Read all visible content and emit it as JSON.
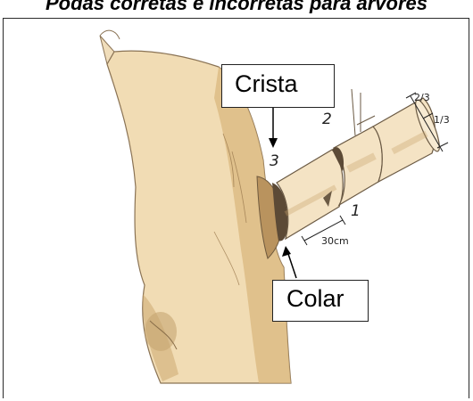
{
  "caption": "Podas corretas e incorretas para árvores",
  "labels": {
    "crista": "Crista",
    "colar": "Colar"
  },
  "numbers": {
    "cut1": "1",
    "cut2": "2",
    "cut3": "3"
  },
  "dimensions": {
    "distance": "30cm",
    "upper_fraction": "2/3",
    "lower_fraction": "1/3"
  },
  "colors": {
    "bark": "#f1dcb4",
    "bark_shadow": "#c9a36a",
    "branch": "#f4e3c4",
    "cut_dark": "#6b5a44"
  }
}
